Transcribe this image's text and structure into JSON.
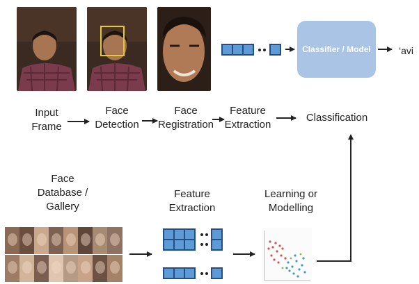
{
  "pipeline": {
    "steps": [
      {
        "id": "input",
        "label": [
          "Input",
          "Frame"
        ]
      },
      {
        "id": "detection",
        "label": [
          "Face",
          "Detection"
        ]
      },
      {
        "id": "registration",
        "label": [
          "Face",
          "Registration"
        ]
      },
      {
        "id": "extraction",
        "label": [
          "Feature",
          "Extraction"
        ]
      },
      {
        "id": "classification",
        "label": [
          "Classification"
        ]
      }
    ],
    "classifier_label": "Classifier / Model",
    "output_label": "‘avi"
  },
  "gallery": {
    "database_label": [
      "Face",
      "Database /",
      "Gallery"
    ],
    "extraction_label": [
      "Feature",
      "Extraction"
    ],
    "learning_label": [
      "Learning or",
      "Modelling"
    ]
  },
  "colors": {
    "classifier_box": "#a9c4e4",
    "feature_cell": "#5e9bd6",
    "feature_border": "#224f86",
    "scatter_red": "#d9534f",
    "scatter_teal": "#3a9fbf"
  }
}
